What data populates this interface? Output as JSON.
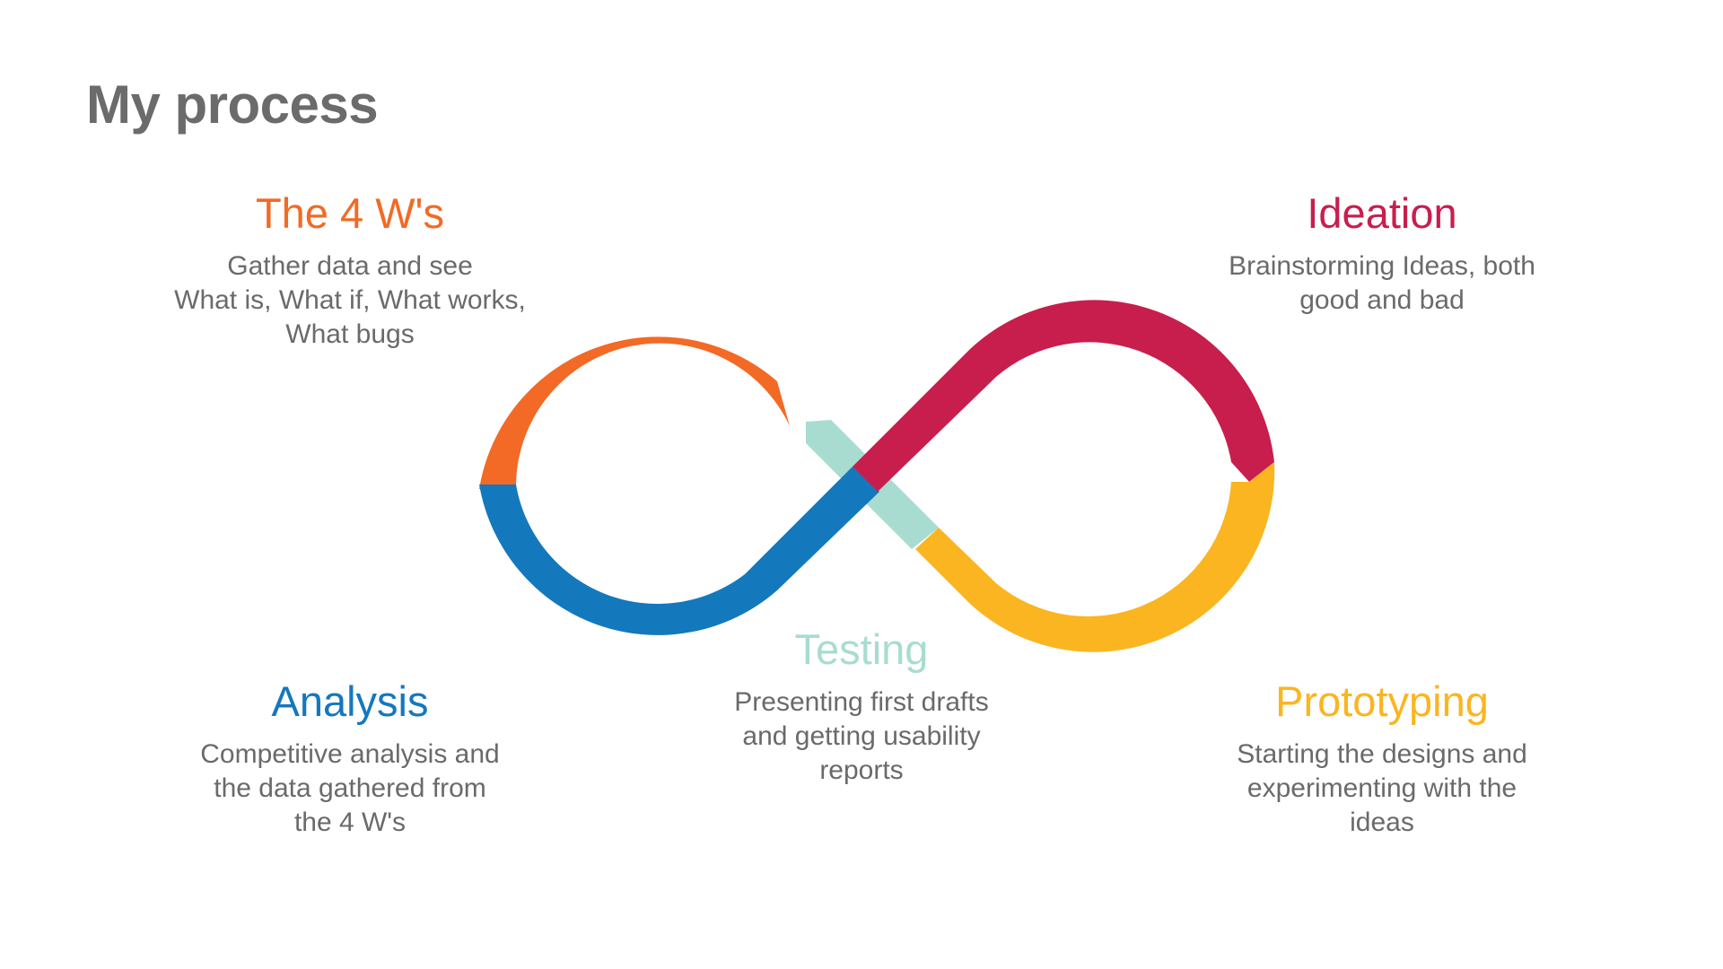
{
  "title": "My process",
  "colors": {
    "four_ws": "#f26a25",
    "ideation": "#c81e4d",
    "analysis": "#1478bd",
    "testing": "#a8dcd1",
    "prototyping": "#fbb521",
    "text": "#6a6a6a"
  },
  "stages": {
    "four_ws": {
      "heading": "The 4 W's",
      "description": "Gather data and see\nWhat is, What if, What works,\nWhat bugs"
    },
    "ideation": {
      "heading": "Ideation",
      "description": "Brainstorming Ideas, both\ngood and bad"
    },
    "analysis": {
      "heading": "Analysis",
      "description": "Competitive analysis and\nthe data gathered from\nthe 4 W's"
    },
    "testing": {
      "heading": "Testing",
      "description": "Presenting first drafts\nand getting usability\nreports"
    },
    "prototyping": {
      "heading": "Prototyping",
      "description": "Starting the designs and\nexperimenting with the\nideas"
    }
  }
}
